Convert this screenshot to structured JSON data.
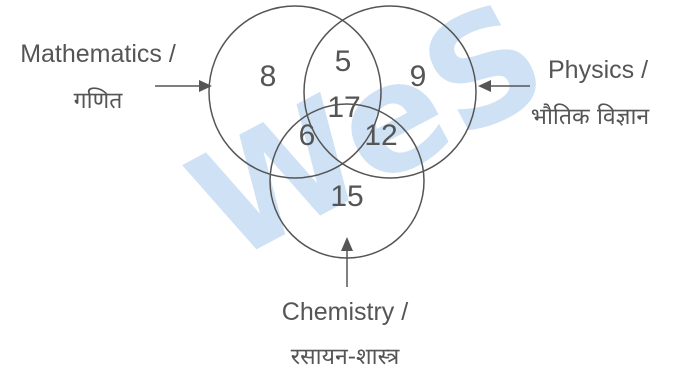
{
  "watermark": {
    "text": "WeS"
  },
  "sets": {
    "math": {
      "label_en": "Mathematics /",
      "label_hi": "गणित"
    },
    "physics": {
      "label_en": "Physics /",
      "label_hi": "भौतिक विज्ञान"
    },
    "chemistry": {
      "label_en": "Chemistry /",
      "label_hi": "रसायन-शास्त्र"
    }
  },
  "regions": {
    "math_only": "8",
    "physics_only": "9",
    "chemistry_only": "15",
    "math_physics": "5",
    "math_chemistry": "6",
    "physics_chemistry": "12",
    "all_three": "17"
  },
  "colors": {
    "stroke": "#555555",
    "text": "#555555",
    "watermark": "#cfe1f5"
  }
}
